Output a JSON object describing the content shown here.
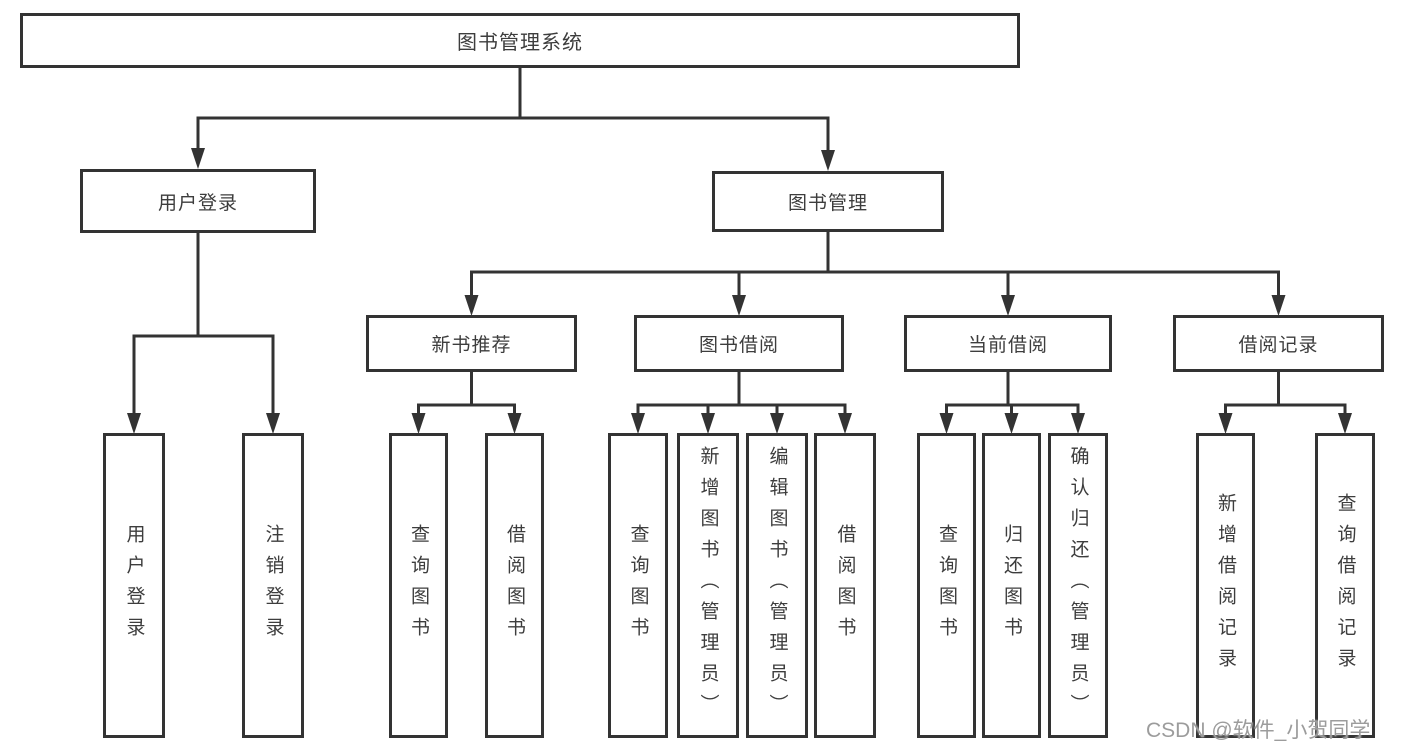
{
  "tree": {
    "label": "图书管理系统",
    "children": [
      {
        "label": "用户登录",
        "children": [
          {
            "label": "用户登录"
          },
          {
            "label": "注销登录"
          }
        ]
      },
      {
        "label": "图书管理",
        "children": [
          {
            "label": "新书推荐",
            "children": [
              {
                "label": "查询图书"
              },
              {
                "label": "借阅图书"
              }
            ]
          },
          {
            "label": "图书借阅",
            "children": [
              {
                "label": "查询图书"
              },
              {
                "label": "新增图书（管理员）"
              },
              {
                "label": "编辑图书（管理员）"
              },
              {
                "label": "借阅图书"
              }
            ]
          },
          {
            "label": "当前借阅",
            "children": [
              {
                "label": "查询图书"
              },
              {
                "label": "归还图书"
              },
              {
                "label": "确认归还（管理员）"
              }
            ]
          },
          {
            "label": "借阅记录",
            "children": [
              {
                "label": "新增借阅记录"
              },
              {
                "label": "查询借阅记录"
              }
            ]
          }
        ]
      }
    ]
  },
  "watermark": "CSDN @软件_小贺同学",
  "colors": {
    "line": "#333333",
    "text": "#3d3d3d",
    "watermark": "#9c9c9c"
  }
}
